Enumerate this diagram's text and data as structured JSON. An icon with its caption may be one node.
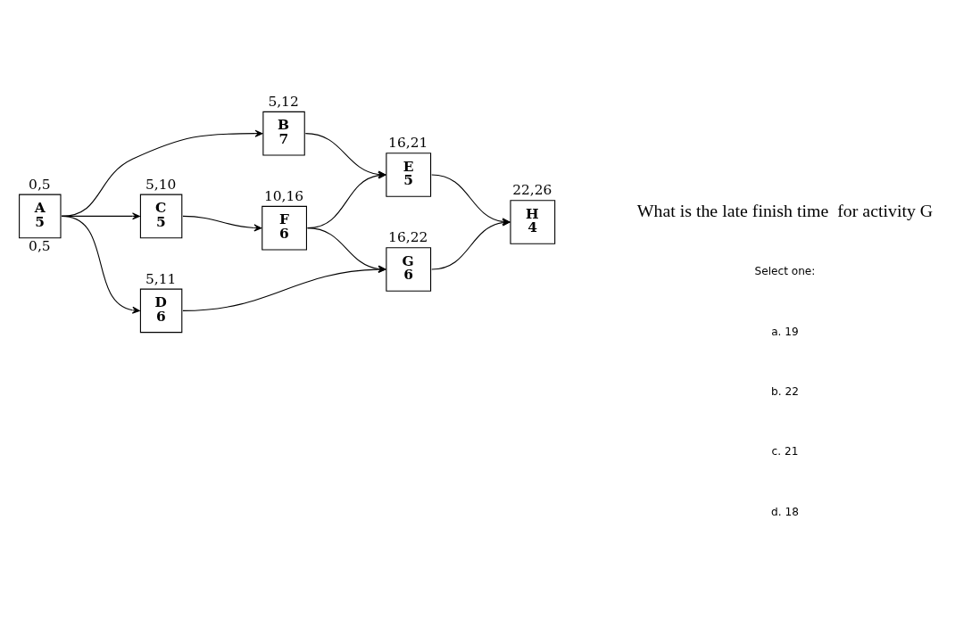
{
  "diagram": {
    "nodes": [
      {
        "text": [
          "A",
          "5"
        ],
        "beside": [
          "0,5",
          "0,5"
        ]
      },
      {
        "text": [
          "B",
          "7"
        ],
        "beside": [
          "5,12"
        ]
      },
      {
        "text": [
          "C",
          "5"
        ],
        "beside": [
          "5,10"
        ]
      },
      {
        "text": [
          "D",
          "6"
        ],
        "beside": [
          "5,11"
        ]
      },
      {
        "text": [
          "F",
          "6"
        ],
        "beside": [
          "10,16"
        ]
      },
      {
        "text": [
          "E",
          "5"
        ],
        "beside": [
          "16,21"
        ]
      },
      {
        "text": [
          "G",
          "6"
        ],
        "beside": [
          "16,22"
        ]
      },
      {
        "text": [
          "H",
          "4"
        ],
        "beside": [
          "22,26"
        ]
      }
    ],
    "edges": [
      {
        "from": 0,
        "to": 1,
        "arrow": "to"
      },
      {
        "from": 0,
        "to": 2,
        "arrow": "to"
      },
      {
        "from": 0,
        "to": 3,
        "arrow": "to"
      },
      {
        "from": 1,
        "to": 5,
        "arrow": "to"
      },
      {
        "from": 2,
        "to": 4,
        "arrow": "to"
      },
      {
        "from": 4,
        "to": 5,
        "arrow": "to"
      },
      {
        "from": 4,
        "to": 6,
        "arrow": "to"
      },
      {
        "from": 3,
        "to": 6,
        "arrow": "to"
      },
      {
        "from": 5,
        "to": 7,
        "arrow": "to"
      },
      {
        "from": 6,
        "to": 7,
        "arrow": "to"
      }
    ],
    "labels": [
      "What is the late finish time  for activity G",
      "Select one:",
      "a. 19",
      "b. 22",
      "c. 21",
      "d. 18"
    ]
  }
}
